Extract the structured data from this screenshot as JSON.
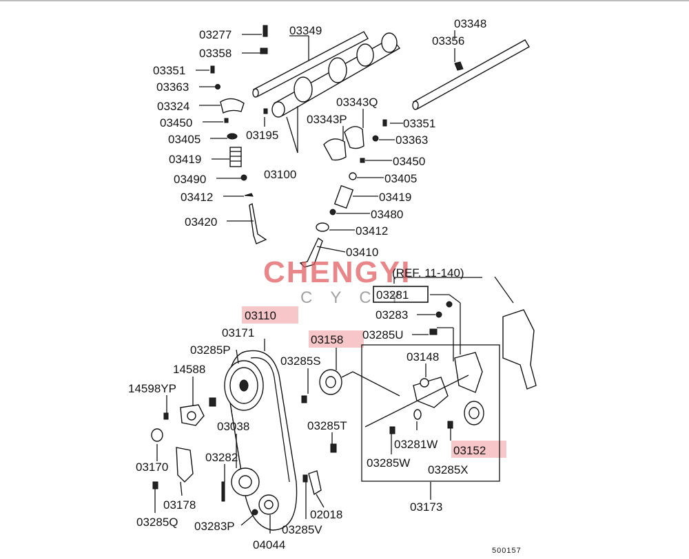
{
  "labels": {
    "p03277": "03277",
    "p03349": "03349",
    "p03358": "03358",
    "p03351a": "03351",
    "p03363a": "03363",
    "p03324": "03324",
    "p03450a": "03450",
    "p03405a": "03405",
    "p03419a": "03419",
    "p03490": "03490",
    "p03412a": "03412",
    "p03420": "03420",
    "p03195": "03195",
    "p03100": "03100",
    "p03348": "03348",
    "p03356": "03356",
    "p03343Q": "03343Q",
    "p03343P": "03343P",
    "p03351b": "03351",
    "p03363b": "03363",
    "p03450b": "03450",
    "p03405b": "03405",
    "p03419b": "03419",
    "p03480": "03480",
    "p03412b": "03412",
    "p03410": "03410",
    "ref": "(REF. 11-140)",
    "p03281": "03281",
    "p03283": "03283",
    "p03285U": "03285U",
    "p03110": "03110",
    "p03171": "03171",
    "p03158": "03158",
    "p03285P": "03285P",
    "p03285S": "03285S",
    "p03148": "03148",
    "p14588": "14588",
    "p14598YP": "14598YP",
    "p03038": "03038",
    "p03285T": "03285T",
    "p03281W": "03281W",
    "p03152": "03152",
    "p03282": "03282",
    "p03285W": "03285W",
    "p03285X": "03285X",
    "p03170": "03170",
    "p03178": "03178",
    "p02018": "02018",
    "p03173": "03173",
    "p03285Q": "03285Q",
    "p03283P": "03283P",
    "p03285V": "03285V",
    "p04044": "04044",
    "code": "500157"
  },
  "watermark": {
    "brand": "CHENGYI",
    "sub": "CYCY"
  },
  "colors": {
    "highlight": "#f7c6c8",
    "watermark_red": "#e0585b",
    "line": "#111111"
  }
}
